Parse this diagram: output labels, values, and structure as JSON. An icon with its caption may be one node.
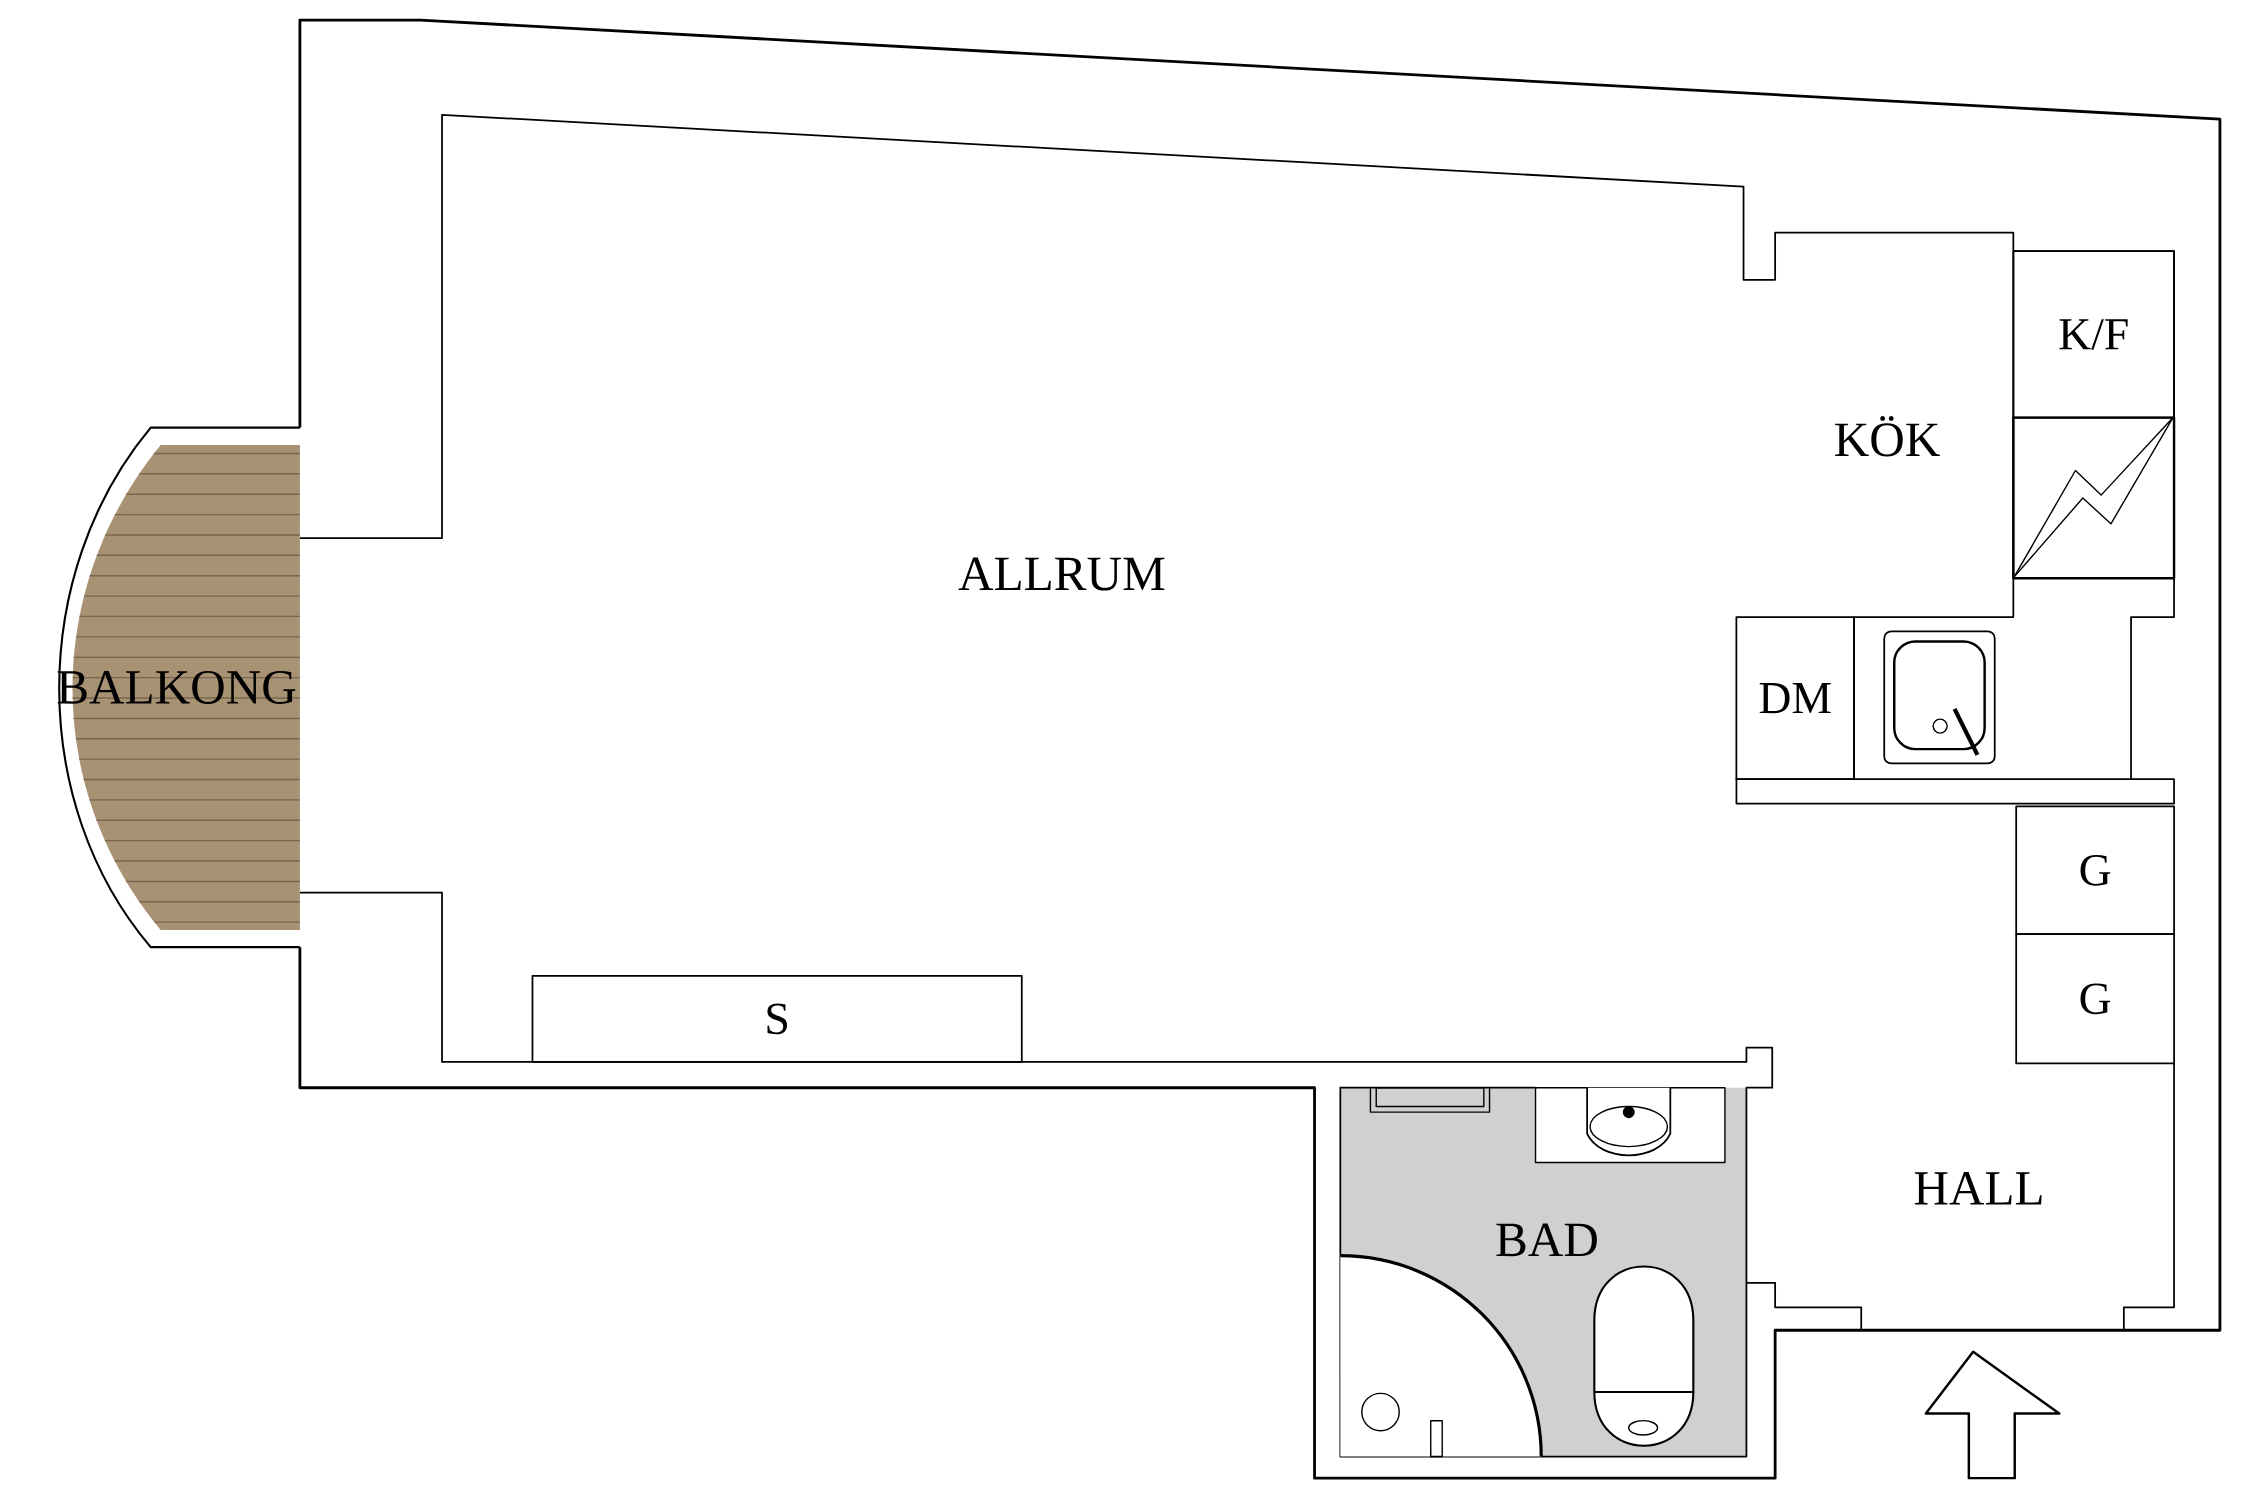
{
  "diagram": {
    "nodes": [
      {
        "text": [
          "K/F"
        ]
      },
      {
        "text": [
          "DM"
        ]
      },
      {
        "text": [
          "G"
        ]
      },
      {
        "text": [
          "G"
        ]
      },
      {
        "text": [
          "S"
        ]
      }
    ],
    "labels": [
      "KÖK",
      "ALLRUM",
      "BALKONG",
      "HALL",
      "BAD"
    ]
  }
}
